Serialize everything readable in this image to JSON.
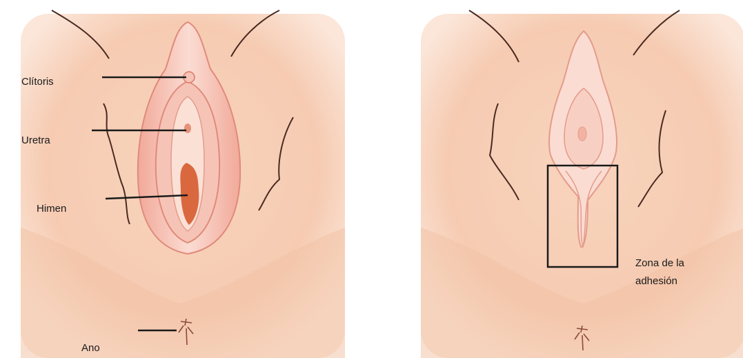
{
  "left_panel": {
    "labels": {
      "clitoris": "Clítoris",
      "urethra": "Uretra",
      "hymen": "Himen",
      "anus": "Ano"
    }
  },
  "right_panel": {
    "adhesion_label_line1": "Zona de la",
    "adhesion_label_line2": "adhesión"
  },
  "colors": {
    "skin": "#f6cdb4",
    "skin_light": "#fbe2d2",
    "tissue": "#f3b4a4",
    "tissue_light": "#fbdcd2",
    "outline": "#e08a7a",
    "opening": "#d9683f",
    "crease": "#4a2a20",
    "leader_line": "#1a1a1a"
  }
}
